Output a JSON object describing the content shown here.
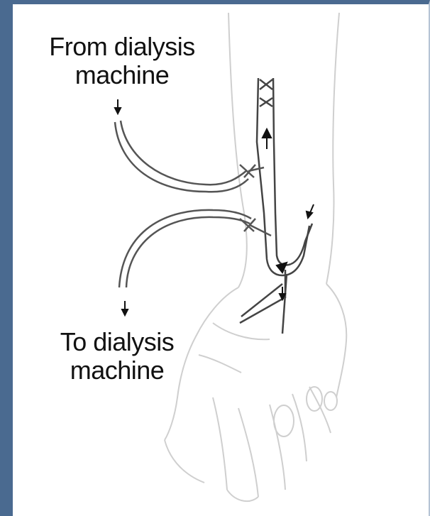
{
  "labels": {
    "from_line1": "From dialysis",
    "from_line2": "machine",
    "to_line1": "To dialysis",
    "to_line2": "machine"
  },
  "colors": {
    "frame": "#4a6a90",
    "outline": "#c8c8c8",
    "tube": "#555555",
    "arrow": "#111111"
  }
}
